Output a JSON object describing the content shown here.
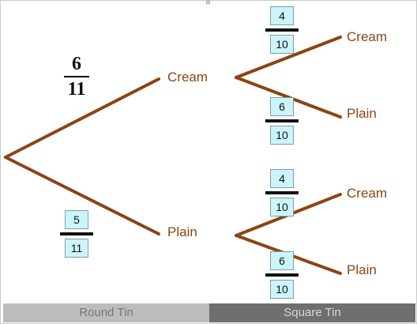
{
  "colors": {
    "branch": "#8b4513",
    "label": "#8b4513",
    "box_fill": "#ccf5fb",
    "tab_inactive_bg": "#bdbdbd",
    "tab_active_bg": "#6f6f6f"
  },
  "first_stage": {
    "cream_label": "Cream",
    "plain_label": "Plain",
    "cream_prob": {
      "num": "6",
      "den": "11"
    },
    "plain_prob": {
      "num": "5",
      "den": "11"
    }
  },
  "second_stage_top": {
    "cream_label": "Cream",
    "plain_label": "Plain",
    "cream_prob": {
      "num": "4",
      "den": "10"
    },
    "plain_prob": {
      "num": "6",
      "den": "10"
    }
  },
  "second_stage_bottom": {
    "cream_label": "Cream",
    "plain_label": "Plain",
    "cream_prob": {
      "num": "4",
      "den": "10"
    },
    "plain_prob": {
      "num": "6",
      "den": "10"
    }
  },
  "tabs": {
    "round": "Round Tin",
    "square": "Square Tin"
  }
}
